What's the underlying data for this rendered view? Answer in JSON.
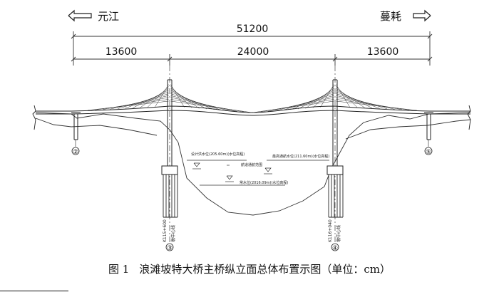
{
  "directions": {
    "left": "元江",
    "right": "蔓耗"
  },
  "dimensions": {
    "total": "51200",
    "span_left": "13600",
    "span_main": "24000",
    "span_right": "13600"
  },
  "water_levels": {
    "design_flood": "设计洪水位(205.60m)(水位高程)",
    "navigation_high": "最高通航水位(211.60m)(水位高程)",
    "normal_water": "常水位(2016.09m)(水位高程)",
    "channel": "航道通航范围"
  },
  "piers": {
    "p3_station": "K115+600",
    "p3_axis": "墩中心线",
    "p3_num": "③",
    "p4_station": "K116+040",
    "p4_axis": "墩中心线",
    "p4_num": "④"
  },
  "abutments": {
    "left_num": "②",
    "right_num": "⑤"
  },
  "caption": {
    "figure_no": "图 1",
    "title": "浪滩坡特大桥主桥纵立面总体布置示图（单位：cm）"
  }
}
